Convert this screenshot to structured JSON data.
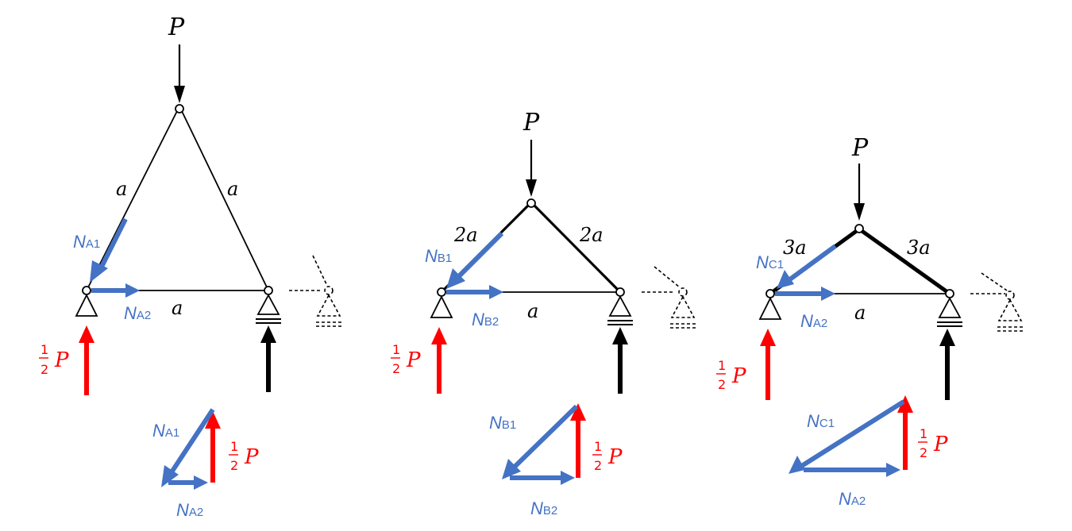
{
  "colors": {
    "member": "#000000",
    "force_blue": "#4472C4",
    "reaction_red": "#FF0000",
    "reaction_black": "#000000"
  },
  "load_symbol": "P",
  "half_num": "1",
  "half_den": "2",
  "half_suffix": "P",
  "bottom_length": "a",
  "trusses": [
    {
      "side_label_left": "a",
      "side_label_right": "a",
      "force_1": {
        "base": "N",
        "sub": "A1"
      },
      "force_2": {
        "base": "N",
        "sub": "A2"
      }
    },
    {
      "side_label_left": "2a",
      "side_label_right": "2a",
      "force_1": {
        "base": "N",
        "sub": "B1"
      },
      "force_2": {
        "base": "N",
        "sub": "B2"
      }
    },
    {
      "side_label_left": "3a",
      "side_label_right": "3a",
      "force_1": {
        "base": "N",
        "sub": "C1"
      },
      "force_2": {
        "base": "N",
        "sub": "A2"
      }
    }
  ]
}
